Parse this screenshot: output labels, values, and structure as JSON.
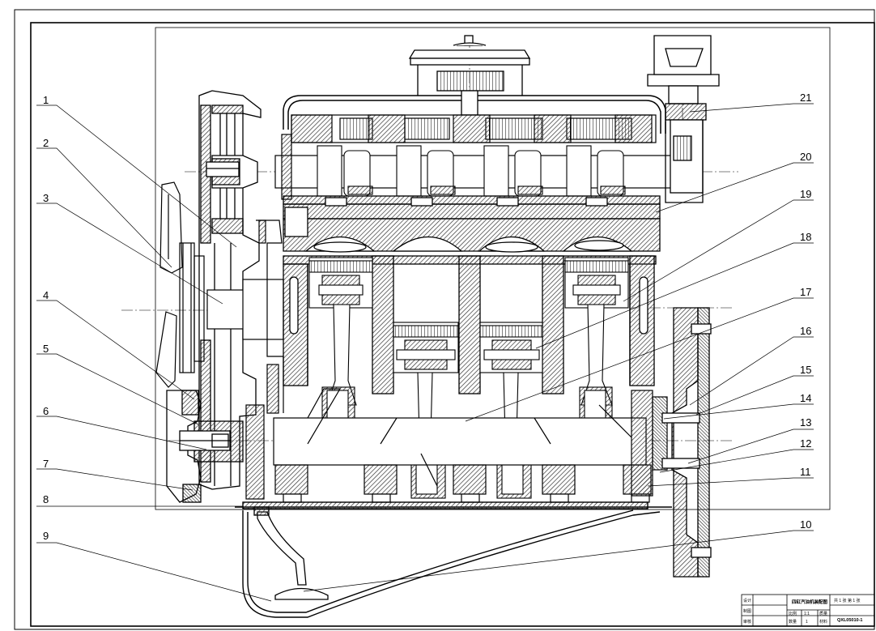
{
  "callouts_left": [
    {
      "num": "1"
    },
    {
      "num": "2"
    },
    {
      "num": "3"
    },
    {
      "num": "4"
    },
    {
      "num": "5"
    },
    {
      "num": "6"
    },
    {
      "num": "7"
    },
    {
      "num": "8"
    },
    {
      "num": "9"
    }
  ],
  "callouts_right": [
    {
      "num": "21"
    },
    {
      "num": "20"
    },
    {
      "num": "19"
    },
    {
      "num": "18"
    },
    {
      "num": "17"
    },
    {
      "num": "16"
    },
    {
      "num": "15"
    },
    {
      "num": "14"
    },
    {
      "num": "13"
    },
    {
      "num": "12"
    },
    {
      "num": "11"
    },
    {
      "num": "10"
    }
  ],
  "title_block": {
    "rows_left": [
      "设计",
      "制图",
      "审核"
    ],
    "drawing_title": "四缸汽油机装配图",
    "sheet_info": "共 1 张  第 1 张",
    "drawing_no": "QXL05010-1",
    "cell_a": "比例",
    "cell_b": "1:1",
    "cell_c": "数量",
    "cell_d": "1",
    "cell_e": "质量",
    "cell_f": "材料"
  },
  "colors": {
    "ink": "#000000",
    "hatch": "#555555",
    "paper": "#ffffff"
  }
}
